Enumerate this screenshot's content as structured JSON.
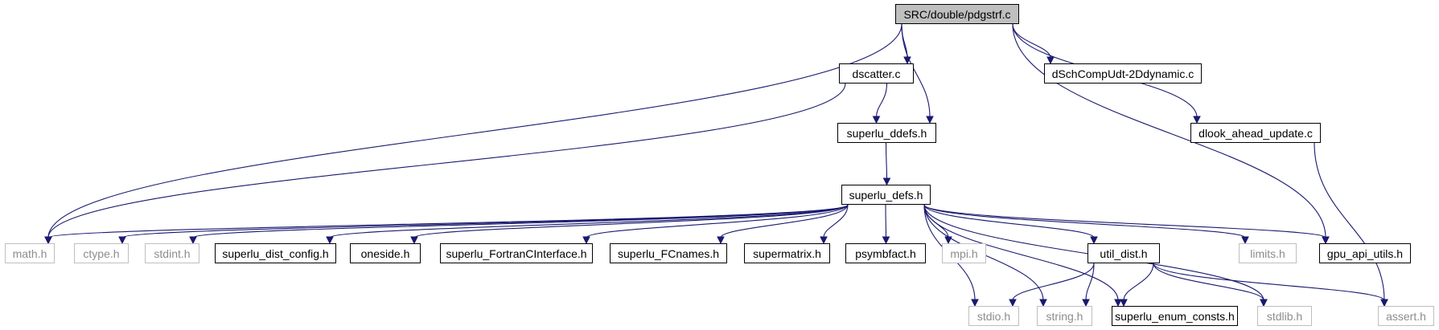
{
  "graph": {
    "title": "SRC/double/pdgstrf.c",
    "edge_color": "#191970",
    "nodes": {
      "root": "SRC/double/pdgstrf.c",
      "dscatter": "dscatter.c",
      "dsch": "dSchCompUdt-2Ddynamic.c",
      "ddefs": "superlu_ddefs.h",
      "dlook": "dlook_ahead_update.c",
      "defs": "superlu_defs.h",
      "math": "math.h",
      "ctype": "ctype.h",
      "stdint": "stdint.h",
      "config": "superlu_dist_config.h",
      "oneside": "oneside.h",
      "fortran": "superlu_FortranCInterface.h",
      "fcnames": "superlu_FCnames.h",
      "supermatrix": "supermatrix.h",
      "psymbfact": "psymbfact.h",
      "mpi": "mpi.h",
      "util": "util_dist.h",
      "limits": "limits.h",
      "gpu": "gpu_api_utils.h",
      "stdio": "stdio.h",
      "string": "string.h",
      "enum": "superlu_enum_consts.h",
      "stdlib": "stdlib.h",
      "assert": "assert.h"
    },
    "edges": [
      [
        "root",
        "dscatter"
      ],
      [
        "root",
        "ddefs"
      ],
      [
        "root",
        "dsch"
      ],
      [
        "root",
        "dlook"
      ],
      [
        "root",
        "math"
      ],
      [
        "root",
        "gpu"
      ],
      [
        "dscatter",
        "ddefs"
      ],
      [
        "dscatter",
        "math"
      ],
      [
        "ddefs",
        "defs"
      ],
      [
        "dlook",
        "assert"
      ],
      [
        "defs",
        "math"
      ],
      [
        "defs",
        "ctype"
      ],
      [
        "defs",
        "stdint"
      ],
      [
        "defs",
        "config"
      ],
      [
        "defs",
        "oneside"
      ],
      [
        "defs",
        "fortran"
      ],
      [
        "defs",
        "fcnames"
      ],
      [
        "defs",
        "supermatrix"
      ],
      [
        "defs",
        "psymbfact"
      ],
      [
        "defs",
        "mpi"
      ],
      [
        "defs",
        "util"
      ],
      [
        "defs",
        "limits"
      ],
      [
        "defs",
        "gpu"
      ],
      [
        "defs",
        "stdio"
      ],
      [
        "defs",
        "string"
      ],
      [
        "defs",
        "enum"
      ],
      [
        "defs",
        "stdlib"
      ],
      [
        "util",
        "stdio"
      ],
      [
        "util",
        "string"
      ],
      [
        "util",
        "enum"
      ],
      [
        "util",
        "stdlib"
      ],
      [
        "util",
        "assert"
      ]
    ]
  }
}
